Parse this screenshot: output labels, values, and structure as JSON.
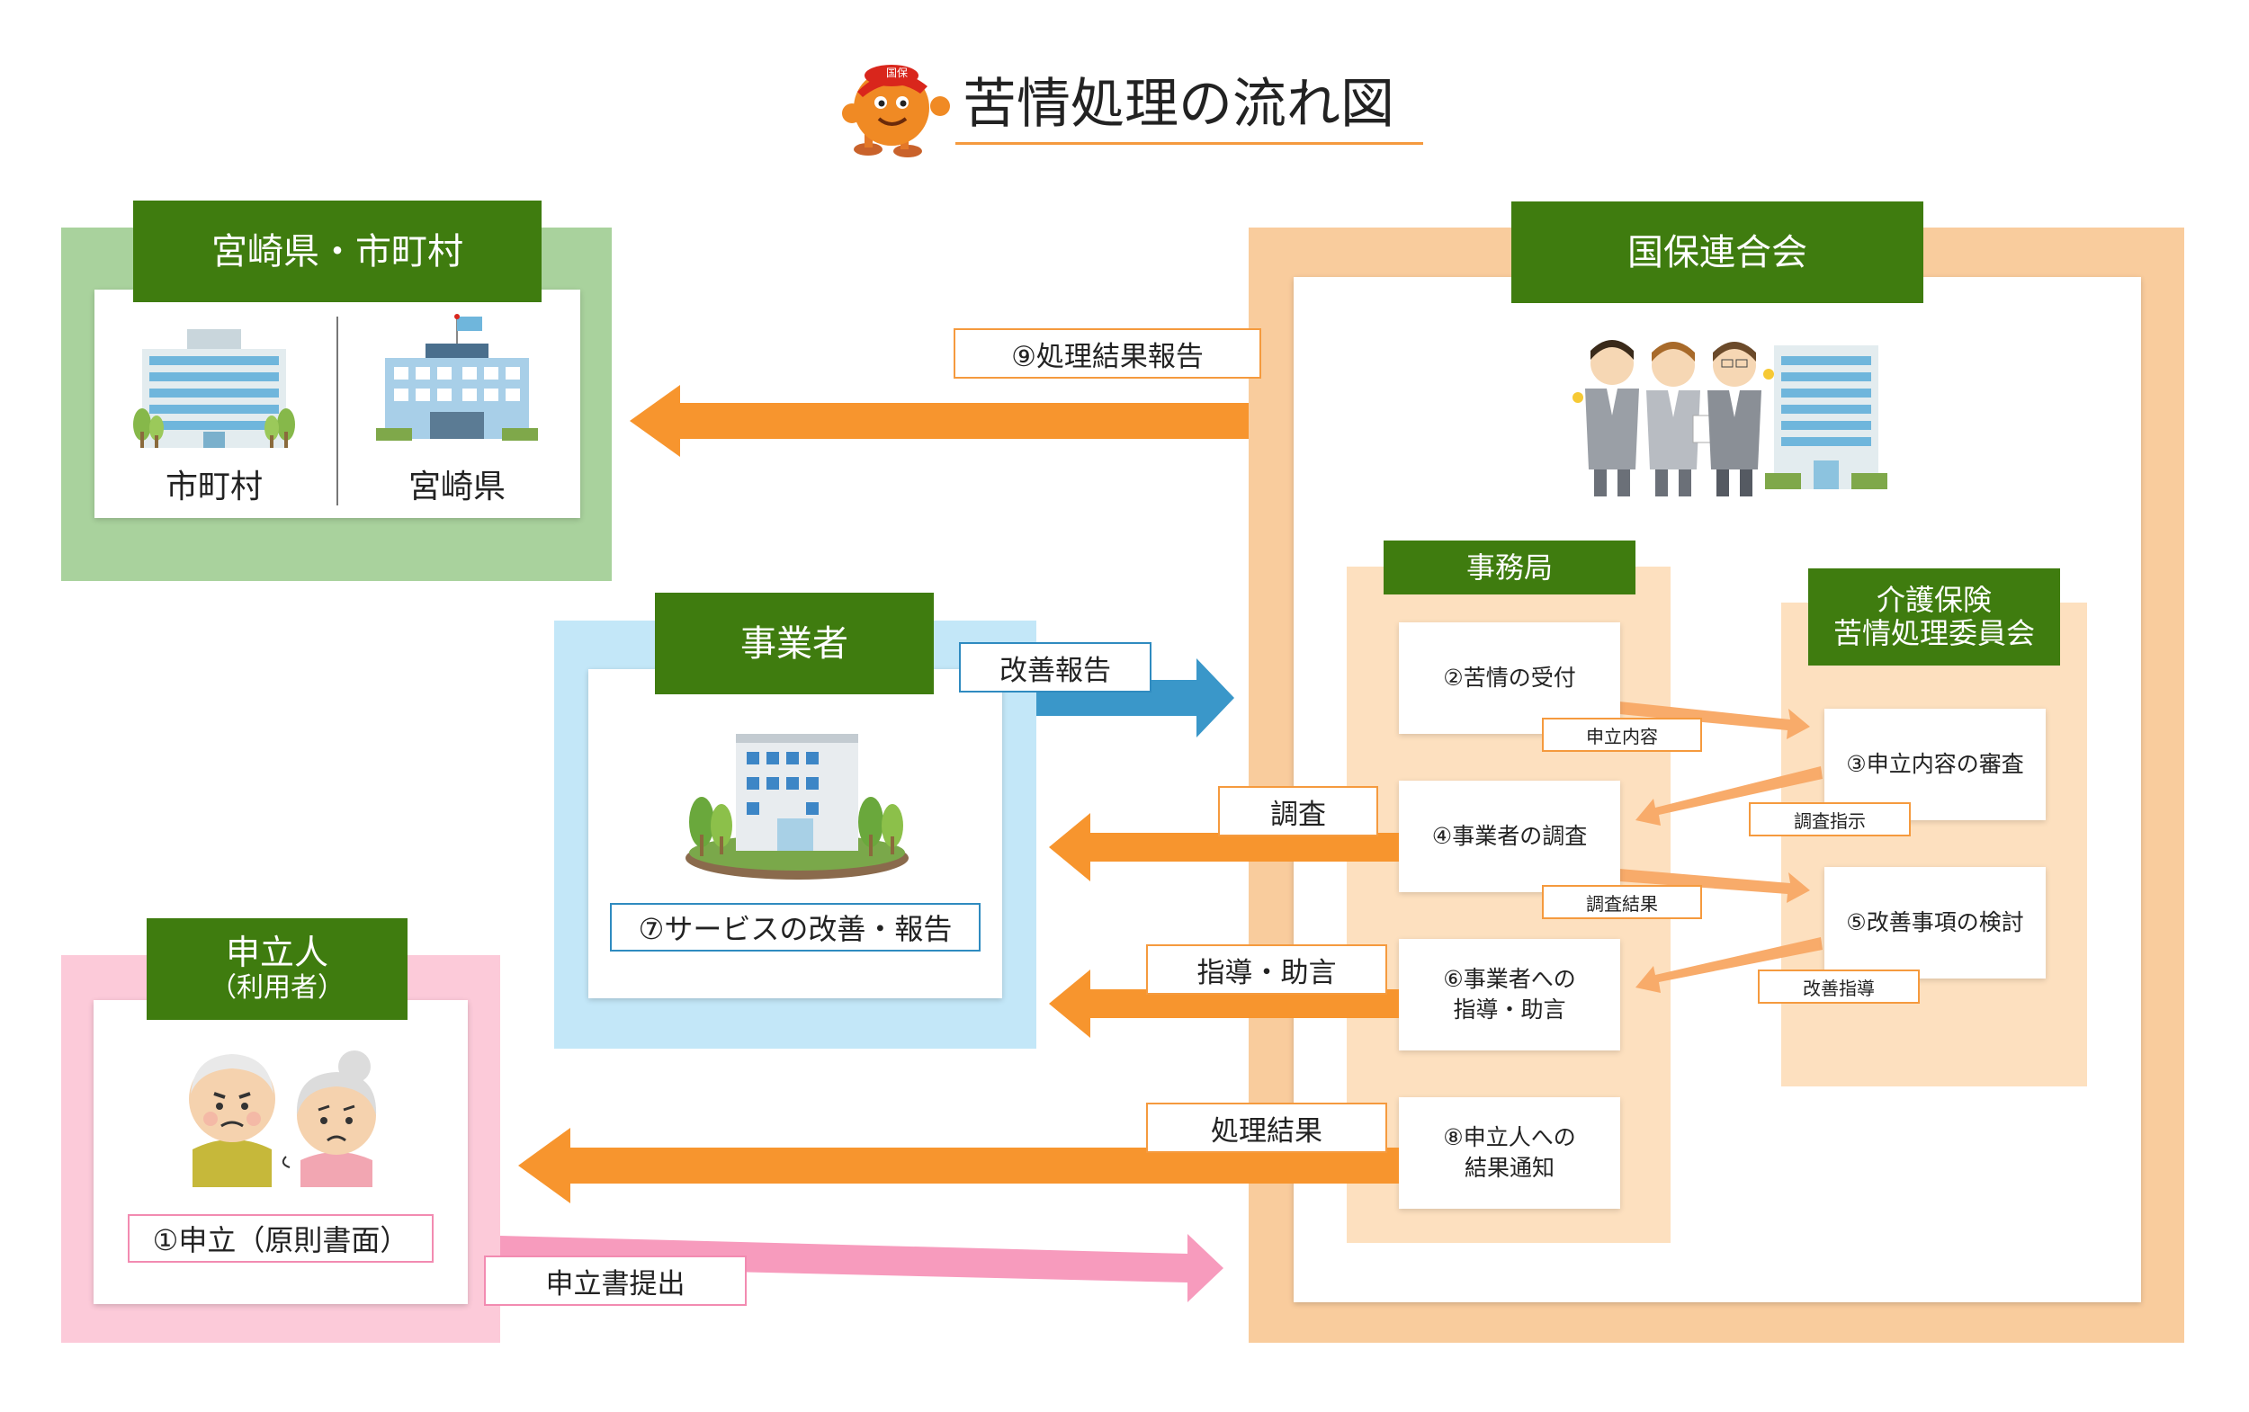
{
  "title": "苦情処理の流れ図",
  "mascot": {
    "icon": "orange-mascot-icon",
    "cap_text": "国保"
  },
  "prefecture_panel": {
    "header": "宮崎県・市町村",
    "municipality_label": "市町村",
    "prefecture_label": "宮崎県"
  },
  "kokuho_panel": {
    "header": "国保連合会",
    "secretariat": {
      "header": "事務局",
      "steps": [
        "②苦情の受付",
        "④事業者の調査",
        "⑥事業者への\n指導・助言",
        "⑧申立人への\n結果通知"
      ]
    },
    "committee": {
      "header": "介護保険\n苦情処理委員会",
      "steps": [
        "③申立内容の審査",
        "⑤改善事項の検討"
      ]
    }
  },
  "provider_panel": {
    "header": "事業者",
    "action": "⑦サービスの改善・報告"
  },
  "complainant_panel": {
    "header": "申立人",
    "subheader": "（利用者）",
    "action": "①申立（原則書面）"
  },
  "flow_labels": {
    "result_report": "⑨処理結果報告",
    "improvement_report": "改善報告",
    "investigation": "調査",
    "guidance": "指導・助言",
    "result": "処理結果",
    "application_submission": "申立書提出",
    "application_content": "申立内容",
    "investigation_instruction": "調査指示",
    "investigation_result": "調査結果",
    "improvement_guidance": "改善指導"
  },
  "colors": {
    "green_header": "#3f7c0f",
    "orange_arrow": "#f7952e",
    "light_orange_arrow": "#f8ab6a",
    "blue_arrow": "#3a97c9",
    "pink_arrow": "#f79bbd",
    "prefecture_bg": "#a9d29d",
    "kokuho_bg": "#f9cc9d",
    "inner_orange_bg": "#fde0bf",
    "provider_bg": "#c3e7f8",
    "complainant_bg": "#fccad9"
  }
}
